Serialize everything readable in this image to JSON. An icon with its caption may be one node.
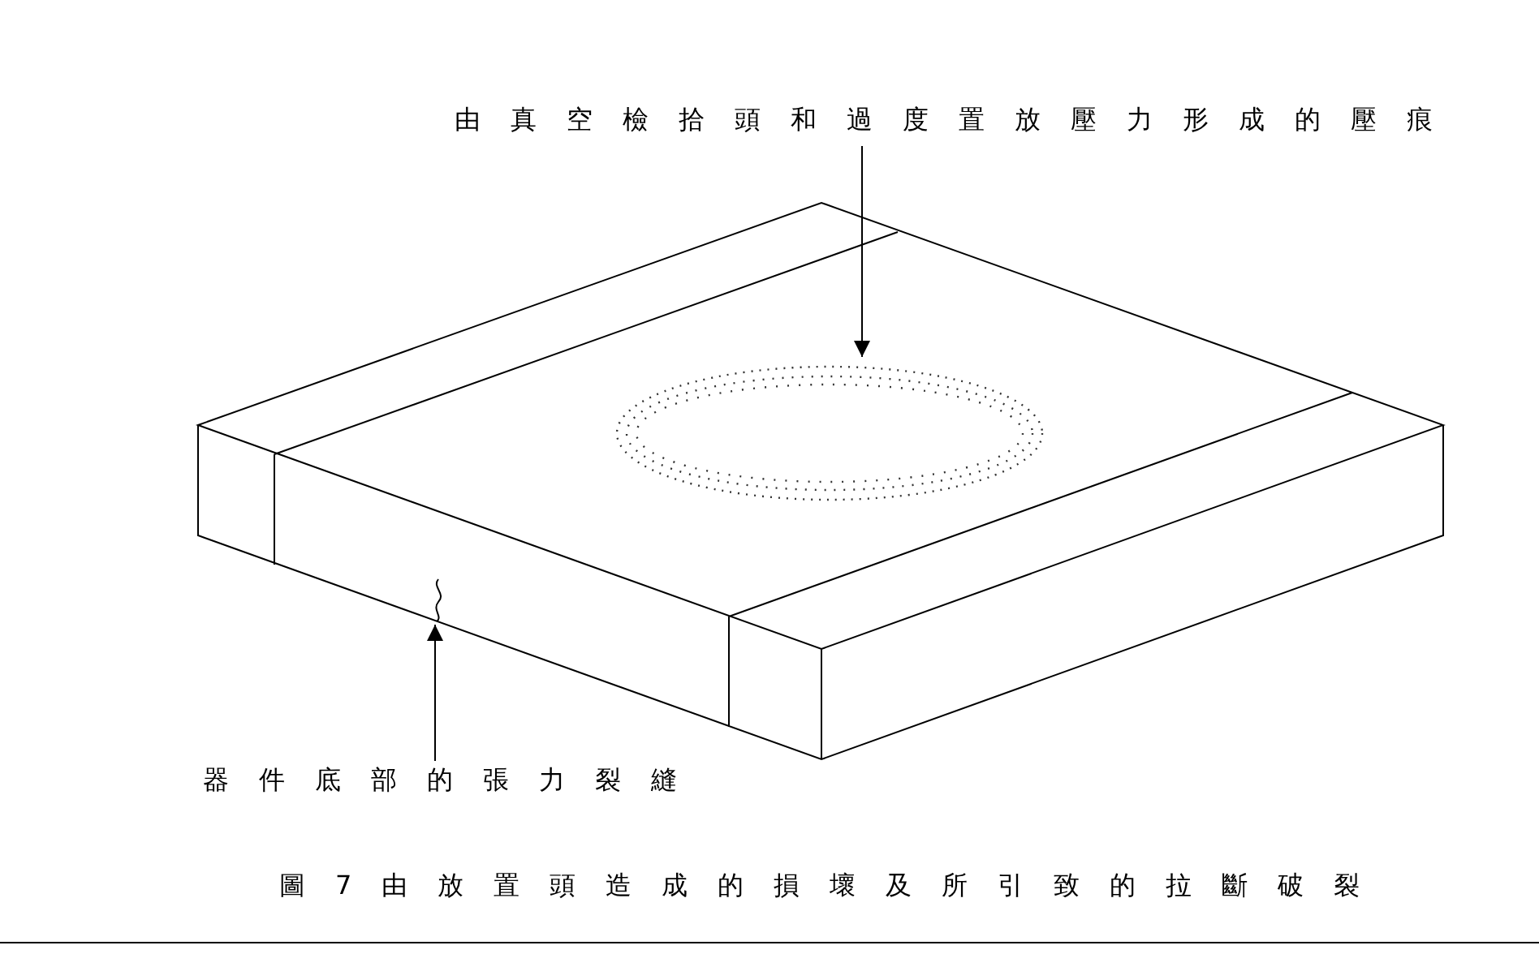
{
  "diagram": {
    "caption": "圖7由放置頭造成的損壞及所引致的拉斷破裂",
    "nodes": [
      {
        "text": [
          "由真空檢拾頭和過度置放壓力形成的壓痕"
        ]
      },
      {
        "text": [],
        "shape": "circle"
      },
      {
        "text": [],
        "shape": "line"
      },
      {
        "text": [
          "器件底部的張力裂縫"
        ]
      }
    ],
    "edges": [
      {
        "from": 0,
        "to": 1,
        "arrow": "to"
      },
      {
        "from": 3,
        "to": 2,
        "arrow": "to"
      }
    ]
  }
}
